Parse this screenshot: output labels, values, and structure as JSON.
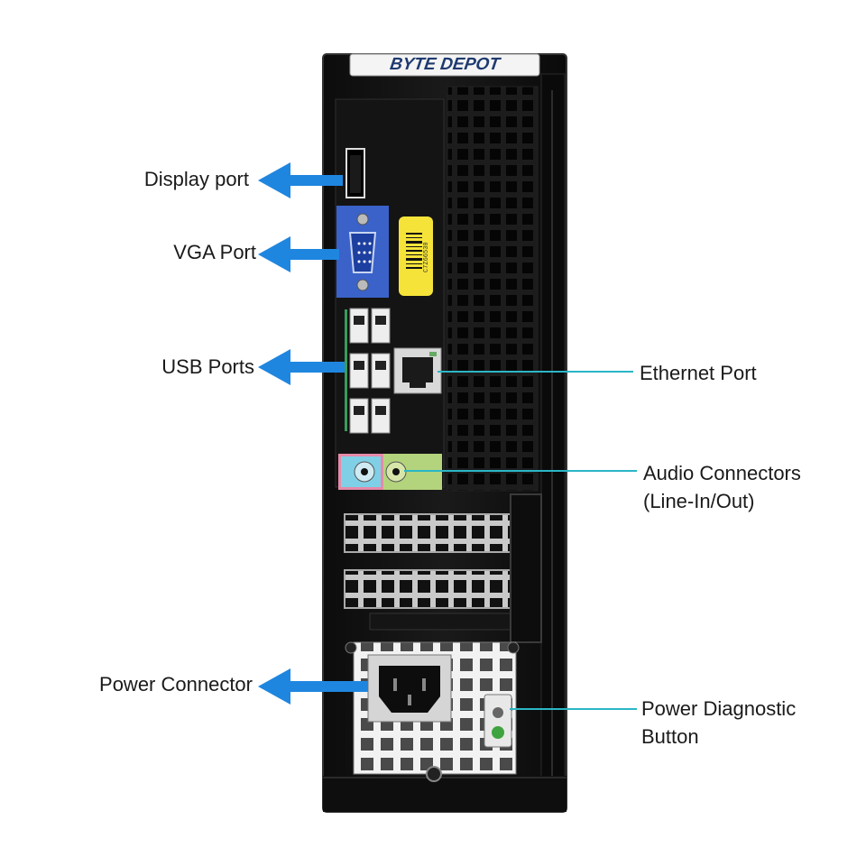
{
  "brand_plate": "BYTE DEPOT",
  "barcode_sticker": "C7Z66530",
  "labels": {
    "display_port": "Display port",
    "vga_port": "VGA Port",
    "usb_ports": "USB Ports",
    "power_connector": "Power Connector",
    "ethernet_port": "Ethernet Port",
    "audio_line1": "Audio Connectors",
    "audio_line2": "(Line-In/Out)",
    "diag_line1": "Power Diagnostic",
    "diag_line2": "Button"
  },
  "colors": {
    "chassis": "#111111",
    "arrow_blue": "#1f86e0",
    "leader_teal": "#2bb6c6",
    "vga_blue": "#3a62c8",
    "sticker_yellow": "#f5e33a",
    "audio_pink": "#e68aa8",
    "audio_green": "#b3d47c",
    "audio_blue": "#7fd0e6"
  }
}
